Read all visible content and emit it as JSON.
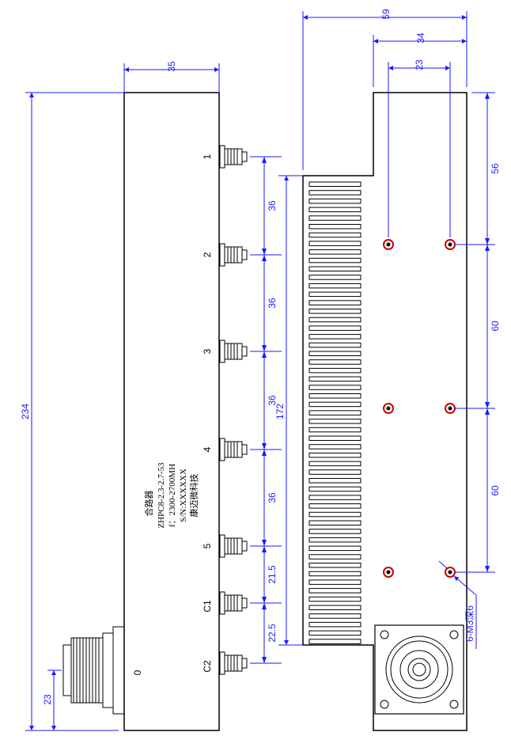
{
  "product_label": {
    "name": "合路器",
    "model": "ZHPC8-2.3-2.7-53",
    "frequency": "f：2300-2700MH",
    "serial": "S/N:XXXXXX",
    "company": "康迈微科技"
  },
  "ports": {
    "p1": "1",
    "p2": "2",
    "p3": "3",
    "p4": "4",
    "p5": "5",
    "c1": "C1",
    "c2": "C2",
    "o": "0"
  },
  "dimensions": {
    "overall_length": "234",
    "side_width": "35",
    "side_connector_offset": "23",
    "pitch_1_2": "36",
    "pitch_2_3": "36",
    "pitch_3_4": "36",
    "pitch_4_5": "36",
    "pitch_5_c1": "21.5",
    "pitch_c1_c2": "22.5",
    "fin_length": "172",
    "width_overall": "59",
    "width_holes_outer": "34",
    "width_holes_inner": "23",
    "hole_top_offset": "56",
    "hole_pitch_a": "60",
    "hole_pitch_b": "60",
    "hole_callout": "6-M3深6"
  },
  "colors": {
    "outline": "#000000",
    "dimension": "#1a1aff",
    "hole": "#cc0000"
  }
}
